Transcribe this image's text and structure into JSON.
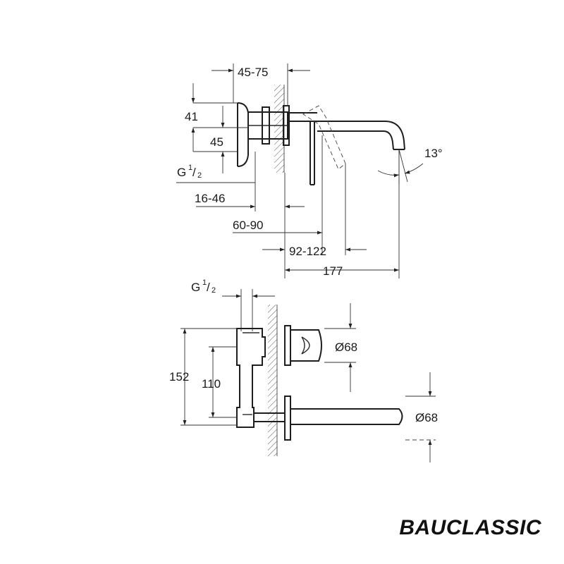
{
  "brand": "BAUCLASSIC",
  "side_view": {
    "dims": {
      "wall_depth": "45-75",
      "height_top": "41",
      "height_mid": "45",
      "thread": "G",
      "thread_num": "1",
      "thread_den": "2",
      "range_a": "16-46",
      "range_b": "60-90",
      "range_c": "92-122",
      "spout_length": "177",
      "angle": "13°"
    }
  },
  "front_view": {
    "dims": {
      "thread": "G",
      "thread_num": "1",
      "thread_den": "2",
      "total_height": "152",
      "inner_height": "110",
      "handle_diameter": "Ø68",
      "spout_diameter": "Ø68"
    }
  }
}
